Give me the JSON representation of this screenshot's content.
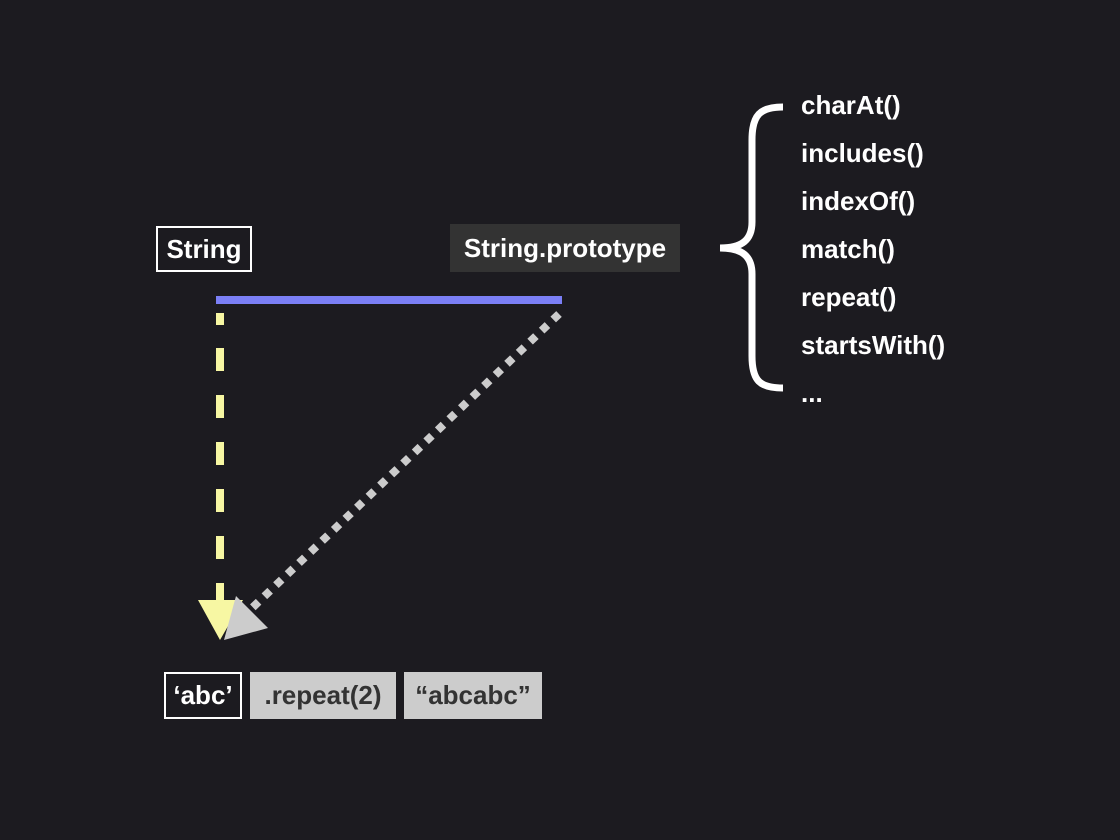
{
  "nodes": {
    "string_constructor": "String",
    "string_prototype": "String.prototype",
    "literal": "‘abc’",
    "method_call": ".repeat(2)",
    "result": "“abcabc”"
  },
  "prototype_methods": [
    "charAt()",
    "includes()",
    "indexOf()",
    "match()",
    "repeat()",
    "startsWith()",
    "..."
  ],
  "colors": {
    "background": "#1c1b20",
    "prototype_link": "#7b7ff6",
    "constructor_arrow": "#f7f7a3",
    "inherits_arrow": "#cccccc",
    "brace": "#ffffff"
  },
  "edges": [
    {
      "from": "String",
      "to": "String.prototype",
      "style": "solid",
      "color_key": "prototype_link"
    },
    {
      "from": "String",
      "to": "‘abc’",
      "style": "dashed",
      "arrow": true,
      "color_key": "constructor_arrow"
    },
    {
      "from": "String.prototype",
      "to": "‘abc’",
      "style": "dotted",
      "arrow": true,
      "color_key": "inherits_arrow"
    }
  ]
}
